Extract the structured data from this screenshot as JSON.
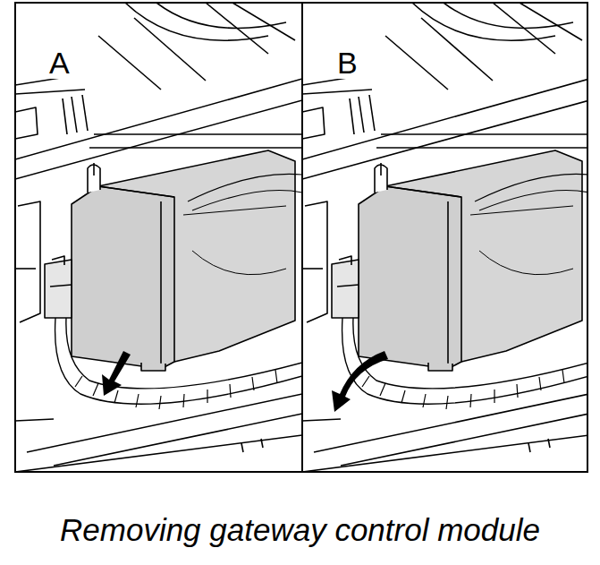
{
  "diagram": {
    "caption": "Removing gateway control module",
    "labels": [
      "A",
      "B"
    ]
  }
}
